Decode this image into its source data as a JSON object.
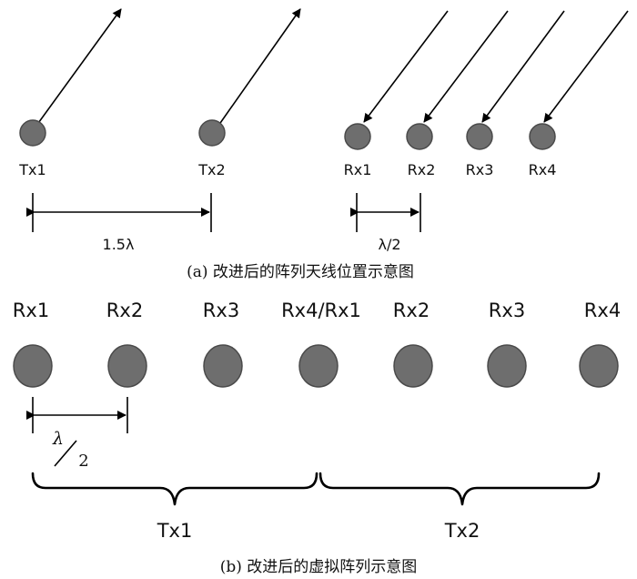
{
  "part_a": {
    "tx_labels": [
      "Tx1",
      "Tx2"
    ],
    "rx_labels": [
      "Rx1",
      "Rx2",
      "Rx3",
      "Rx4"
    ],
    "tx_spacing_label": "1.5λ",
    "rx_spacing_label": "λ/2",
    "caption": "(a) 改进后的阵列天线位置示意图"
  },
  "part_b": {
    "rx_labels": [
      "Rx1",
      "Rx2",
      "Rx3",
      "Rx4/Rx1",
      "Rx2",
      "Rx3",
      "Rx4"
    ],
    "spacing_numerator": "λ",
    "spacing_denominator": "2",
    "group_labels": [
      "Tx1",
      "Tx2"
    ],
    "caption": "(b) 改进后的虚拟阵列示意图"
  },
  "colors": {
    "element": "#6e6e6e",
    "line": "#000000"
  }
}
